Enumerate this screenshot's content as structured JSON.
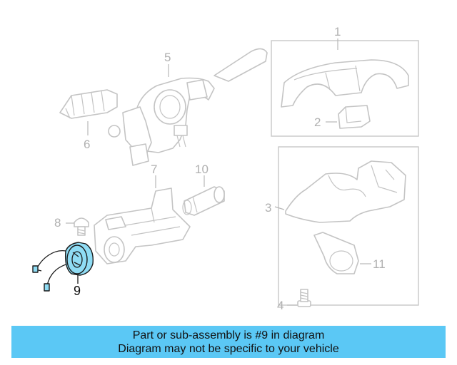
{
  "callouts": {
    "c1": "1",
    "c2": "2",
    "c3": "3",
    "c4": "4",
    "c5": "5",
    "c6": "6",
    "c7": "7",
    "c8": "8",
    "c9": "9",
    "c10": "10",
    "c11": "11"
  },
  "highlight": {
    "part_number": "9",
    "color": "#8fdcf4"
  },
  "banner": {
    "line1": "Part or sub-assembly is #9 in diagram",
    "line2": "Diagram may not be specific to your vehicle",
    "background": "#5bc8f5"
  }
}
